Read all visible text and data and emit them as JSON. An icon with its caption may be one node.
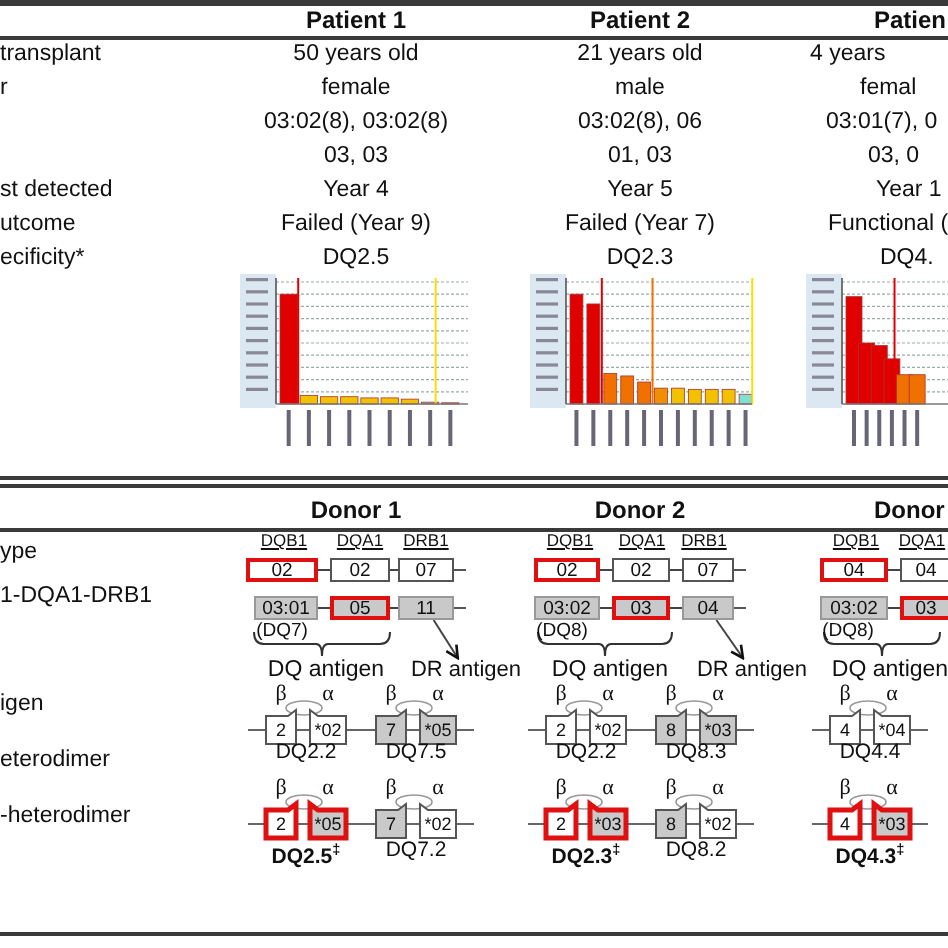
{
  "diagram": {
    "nodes": [
      {
        "text": [
          "02"
        ]
      },
      {
        "text": [
          "02"
        ]
      },
      {
        "text": [
          "07"
        ]
      },
      {
        "text": [
          "03:01"
        ],
        "beside": [
          "(DQ7)"
        ]
      },
      {
        "text": [
          "05"
        ]
      },
      {
        "text": [
          "11"
        ]
      },
      {
        "text": [
          "DR antigen"
        ]
      },
      {
        "text": [
          "02"
        ]
      },
      {
        "text": [
          "02"
        ]
      },
      {
        "text": [
          "07"
        ]
      },
      {
        "text": [
          "03:02"
        ],
        "beside": [
          "(DQ8)"
        ]
      },
      {
        "text": [
          "03"
        ]
      },
      {
        "text": [
          "04"
        ]
      },
      {
        "text": [
          "DR antigen"
        ]
      },
      {
        "text": [
          "04"
        ]
      },
      {
        "text": [
          "04"
        ]
      },
      {
        "text": [
          "03:02"
        ],
        "beside": [
          "(DQ8)"
        ]
      },
      {
        "text": [
          "03"
        ]
      },
      {
        "text": [
          "2"
        ]
      },
      {
        "text": [
          "*02"
        ]
      },
      {
        "text": [
          "7"
        ]
      },
      {
        "text": [
          "*05"
        ]
      },
      {
        "text": [
          "2"
        ]
      },
      {
        "text": [
          "*02"
        ]
      },
      {
        "text": [
          "8"
        ]
      },
      {
        "text": [
          "*03"
        ]
      },
      {
        "text": [
          "4"
        ]
      },
      {
        "text": [
          "*04"
        ]
      },
      {
        "text": [
          "2"
        ]
      },
      {
        "text": [
          "*05"
        ]
      },
      {
        "text": [
          "7"
        ]
      },
      {
        "text": [
          "*02"
        ]
      },
      {
        "text": [
          "2"
        ]
      },
      {
        "text": [
          "*03"
        ]
      },
      {
        "text": [
          "8"
        ]
      },
      {
        "text": [
          "*02"
        ]
      },
      {
        "text": [
          "4"
        ]
      },
      {
        "text": [
          "*03"
        ]
      }
    ],
    "edges": [
      {
        "from": 0,
        "to": 1,
        "arrow": "none"
      },
      {
        "from": 1,
        "to": 2,
        "arrow": "none"
      },
      {
        "from": 3,
        "to": 4,
        "arrow": "none"
      },
      {
        "from": 4,
        "to": 5,
        "arrow": "none"
      },
      {
        "from": 5,
        "to": 6,
        "arrow": "to"
      },
      {
        "from": 7,
        "to": 8,
        "arrow": "none"
      },
      {
        "from": 8,
        "to": 9,
        "arrow": "none"
      },
      {
        "from": 10,
        "to": 11,
        "arrow": "none"
      },
      {
        "from": 11,
        "to": 12,
        "arrow": "none"
      },
      {
        "from": 12,
        "to": 13,
        "arrow": "to"
      },
      {
        "from": 14,
        "to": 15,
        "arrow": "none"
      },
      {
        "from": 16,
        "to": 17,
        "arrow": "none"
      }
    ],
    "labels": [
      "Patient 1",
      "Patient 2",
      "Patien",
      "transplant",
      "50 years old",
      "21 years old",
      "4 years",
      "r",
      "female",
      "male",
      "femal",
      "03:02(8), 03:02(8)",
      "03:02(8), 06",
      "03:01(7), 0",
      "03, 03",
      "01, 03",
      "03, 0",
      "st detected",
      "Year 4",
      "Year 5",
      "Year 1",
      "utcome",
      "Failed (Year 9)",
      "Failed (Year 7)",
      "Functional (",
      "ecificity*",
      "DQ2.5",
      "DQ2.3",
      "DQ4.",
      "Donor 1",
      "Donor 2",
      "Donor",
      "ype",
      "DQB1",
      "DQA1",
      "DRB1",
      "DQB1",
      "DQA1",
      "DRB1",
      "DQB1",
      "DQA1",
      "1-DQA1-DRB1",
      "DQ antigen",
      "DQ antigen",
      "DQ antigen",
      "igen",
      "β",
      "α",
      "β",
      "α",
      "β",
      "α",
      "β",
      "α",
      "β",
      "α",
      "eterodimer",
      "DQ2.2",
      "DQ7.5",
      "DQ2.2",
      "DQ8.3",
      "DQ4.4",
      "-heterodimer",
      "β",
      "α",
      "β",
      "α",
      "β",
      "α",
      "β",
      "α",
      "β",
      "α",
      "DQ2.5$^{‡}$",
      "DQ7.2",
      "DQ2.3$^{‡}$",
      "DQ8.2",
      "DQ4.3$^{‡}$"
    ]
  }
}
